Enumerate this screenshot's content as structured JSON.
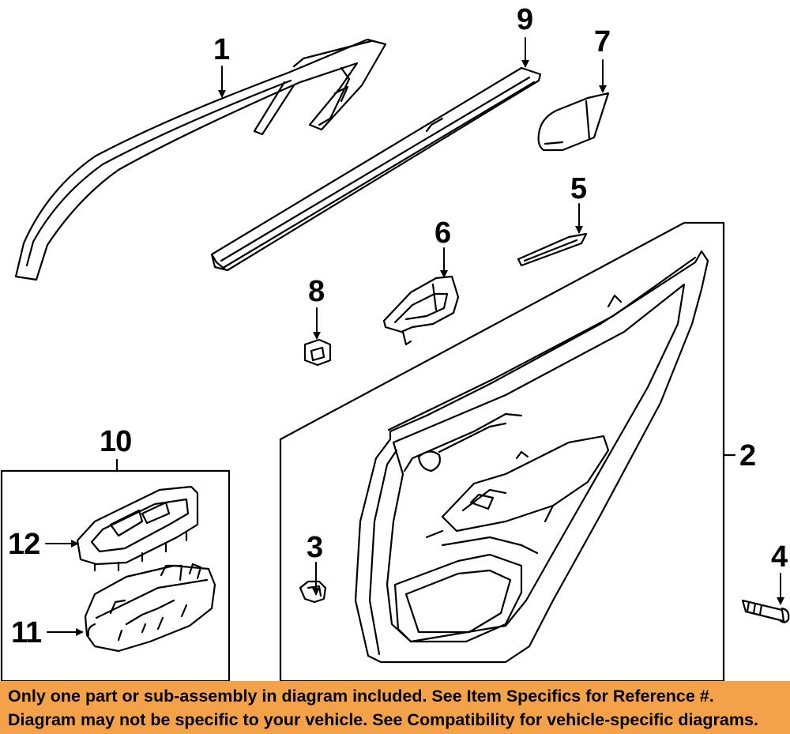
{
  "callouts": {
    "c1": "1",
    "c2": "2",
    "c3": "3",
    "c4": "4",
    "c5": "5",
    "c6": "6",
    "c7": "7",
    "c8": "8",
    "c9": "9",
    "c10": "10",
    "c11": "11",
    "c12": "12"
  },
  "notice": {
    "line1": "Only one part or sub-assembly in diagram included. See Item Specifics for Reference #.",
    "line2": "Diagram may not be specific to your vehicle. See Compatibility for vehicle-specific diagrams."
  },
  "colors": {
    "banner": "#f3a24a",
    "ink": "#000000",
    "paper": "#ffffff"
  }
}
